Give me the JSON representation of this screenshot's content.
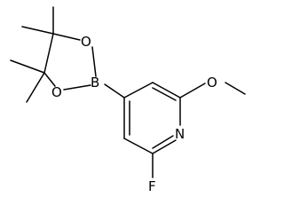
{
  "atoms": {
    "boron": "B",
    "oxygen_top": "O",
    "oxygen_bottom": "O",
    "oxygen_methoxy": "O",
    "nitrogen": "N",
    "fluorine": "F"
  },
  "colors": {
    "bond": "#000000",
    "label": "#000000",
    "background": "#ffffff"
  }
}
